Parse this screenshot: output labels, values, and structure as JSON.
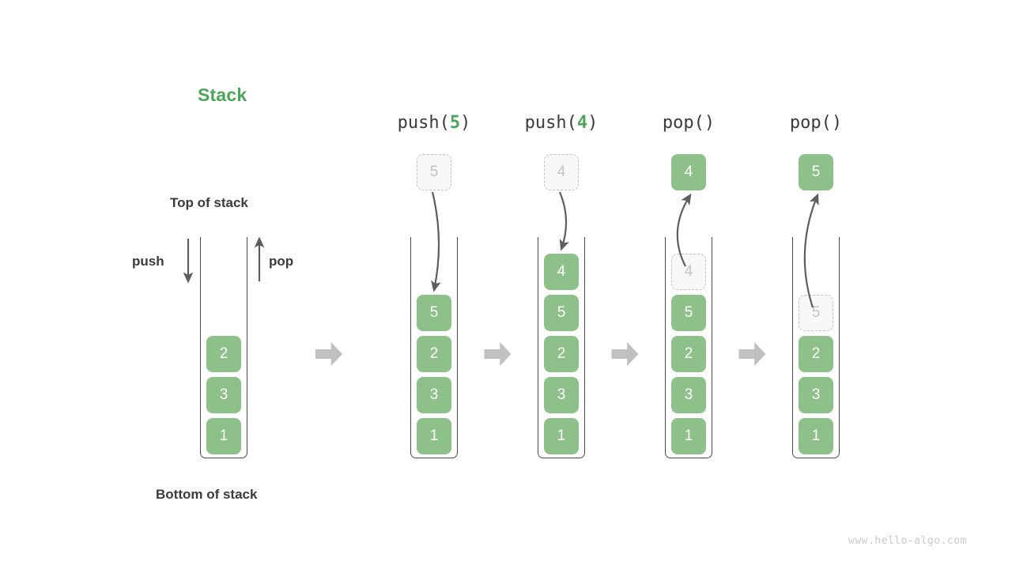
{
  "title": "Stack",
  "labels": {
    "top_of_stack": "Top of stack",
    "bottom_of_stack": "Bottom of stack",
    "push": "push",
    "pop": "pop"
  },
  "watermark": "www.hello-algo.com",
  "colors": {
    "accent_green": "#4CA55A",
    "box_green": "#8ec08a",
    "ghost_gray": "#c4c4c4",
    "text_dark": "#3b3b3b",
    "flow_arrow_gray": "#c0c0c0",
    "frame_stroke": "#4a4a4a"
  },
  "initial_stack": {
    "name": "initial-stack",
    "boxes": [
      "2",
      "3",
      "1"
    ]
  },
  "steps": [
    {
      "header_fn": "push",
      "header_open": "(",
      "header_arg": "5",
      "header_close": ")",
      "floating_box": {
        "value": "5",
        "style": "ghost",
        "position": "above"
      },
      "motion": "down",
      "boxes": [
        {
          "value": "5",
          "style": "filled"
        },
        {
          "value": "2",
          "style": "filled"
        },
        {
          "value": "3",
          "style": "filled"
        },
        {
          "value": "1",
          "style": "filled"
        }
      ]
    },
    {
      "header_fn": "push",
      "header_open": "(",
      "header_arg": "4",
      "header_close": ")",
      "floating_box": {
        "value": "4",
        "style": "ghost",
        "position": "above"
      },
      "motion": "down",
      "boxes": [
        {
          "value": "4",
          "style": "filled"
        },
        {
          "value": "5",
          "style": "filled"
        },
        {
          "value": "2",
          "style": "filled"
        },
        {
          "value": "3",
          "style": "filled"
        },
        {
          "value": "1",
          "style": "filled"
        }
      ]
    },
    {
      "header_fn": "pop",
      "header_open": "(",
      "header_arg": "",
      "header_close": ")",
      "floating_box": {
        "value": "4",
        "style": "filled",
        "position": "above"
      },
      "motion": "up",
      "boxes": [
        {
          "value": "4",
          "style": "ghost"
        },
        {
          "value": "5",
          "style": "filled"
        },
        {
          "value": "2",
          "style": "filled"
        },
        {
          "value": "3",
          "style": "filled"
        },
        {
          "value": "1",
          "style": "filled"
        }
      ]
    },
    {
      "header_fn": "pop",
      "header_open": "(",
      "header_arg": "",
      "header_close": ")",
      "floating_box": {
        "value": "5",
        "style": "filled",
        "position": "above"
      },
      "motion": "up",
      "boxes": [
        {
          "value": "5",
          "style": "ghost"
        },
        {
          "value": "2",
          "style": "filled"
        },
        {
          "value": "3",
          "style": "filled"
        },
        {
          "value": "1",
          "style": "filled"
        }
      ]
    }
  ],
  "flow_arrows": 4
}
